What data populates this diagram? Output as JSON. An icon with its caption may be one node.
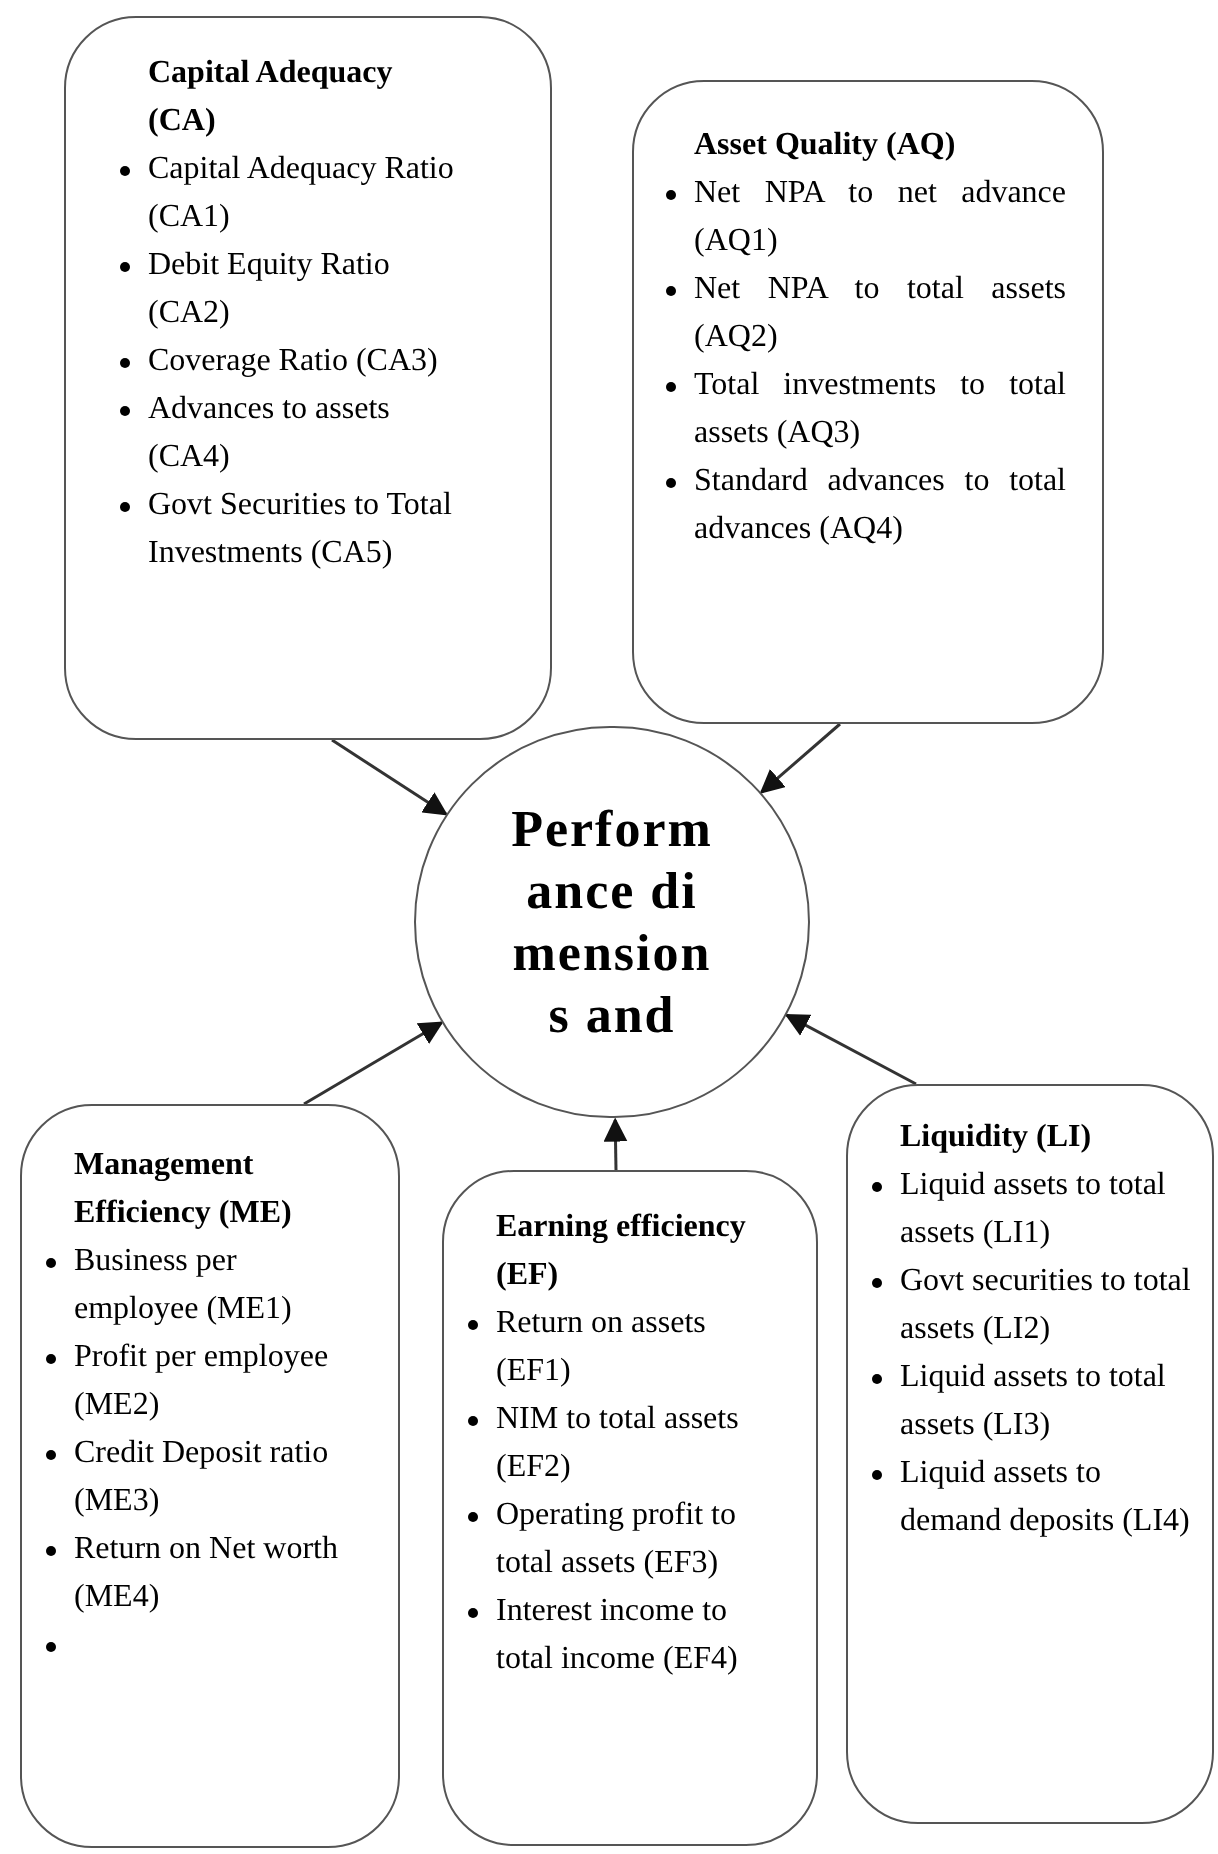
{
  "diagram": {
    "nodes": [
      {
        "text": [
          "Capital Adequacy (CA)",
          "Capital Adequacy Ratio (CA1)",
          "Debit Equity Ratio (CA2)",
          "Coverage Ratio (CA3)",
          "Advances to assets (CA4)",
          "Govt Securities to Total Investments (CA5)"
        ]
      },
      {
        "text": [
          "Asset Quality (AQ)",
          "Net NPA to net advance (AQ1)",
          "Net NPA to total assets (AQ2)",
          "Total investments to total assets (AQ3)",
          "Standard advances to total advances (AQ4)"
        ]
      },
      {
        "text": [
          "Performance dimensions and"
        ]
      },
      {
        "text": [
          "Management Efficiency (ME)",
          "Business per employee (ME1)",
          "Profit per employee (ME2)",
          "Credit Deposit ratio (ME3)",
          "Return on Net worth (ME4)"
        ]
      },
      {
        "text": [
          "Earning efficiency (EF)",
          "Return on assets (EF1)",
          "NIM to total assets (EF2)",
          "Operating profit to total assets (EF3)",
          "Interest income to total income (EF4)"
        ]
      },
      {
        "text": [
          "Liquidity (LI)",
          "Liquid assets to total assets (LI1)",
          "Govt securities to total assets (LI2)",
          "Liquid assets to total assets (LI3)",
          "Liquid assets to demand deposits (LI4)"
        ]
      }
    ],
    "edges": [
      {
        "from": 0,
        "to": 2,
        "arrow": "to"
      },
      {
        "from": 1,
        "to": 2,
        "arrow": "to"
      },
      {
        "from": 3,
        "to": 2,
        "arrow": "to"
      },
      {
        "from": 4,
        "to": 2,
        "arrow": "to"
      },
      {
        "from": 5,
        "to": 2,
        "arrow": "to"
      }
    ]
  }
}
